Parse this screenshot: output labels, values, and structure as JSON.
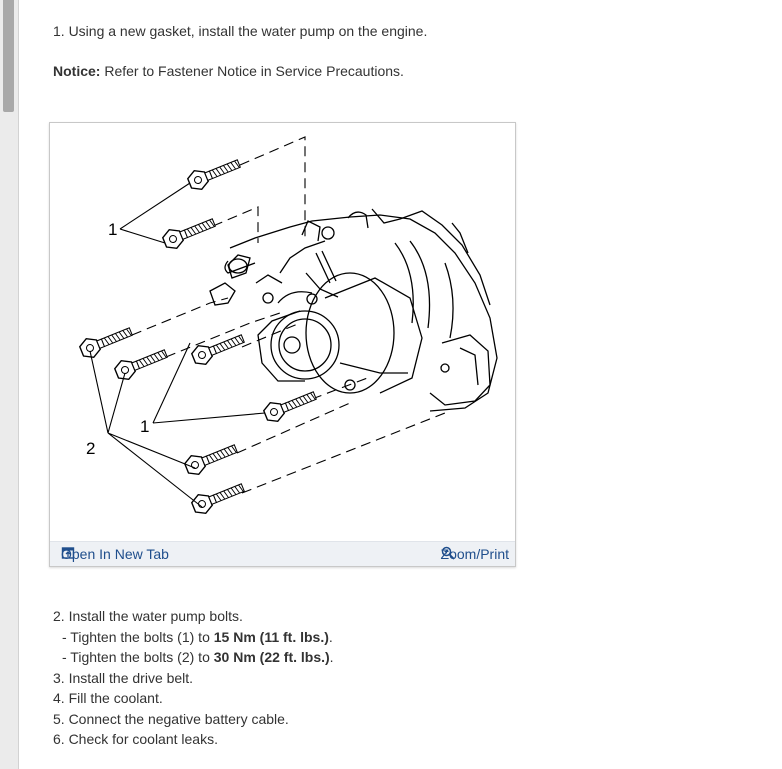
{
  "step1": "1. Using a new gasket, install the water pump on the engine.",
  "notice": {
    "label": "Notice:",
    "text": " Refer to Fastener Notice in Service Precautions."
  },
  "figure": {
    "callout_1_top": "1",
    "callout_1_mid": "1",
    "callout_2": "2",
    "open_new_tab": "Open In New Tab",
    "zoom_print": "Zoom/Print",
    "link_color": "#1f4e8c",
    "bar_color": "#eef1f5"
  },
  "steps": {
    "s2": "2. Install the water pump bolts.",
    "s2a_pre": "-  Tighten the bolts (1) to ",
    "s2a_bold": "15 Nm (11 ft. lbs.)",
    "s2a_post": ".",
    "s2b_pre": "-  Tighten the bolts (2) to ",
    "s2b_bold": "30 Nm (22 ft. lbs.)",
    "s2b_post": ".",
    "s3": "3. Install the drive belt.",
    "s4": "4. Fill the coolant.",
    "s5": "5. Connect the negative battery cable.",
    "s6": "6. Check for coolant leaks."
  }
}
